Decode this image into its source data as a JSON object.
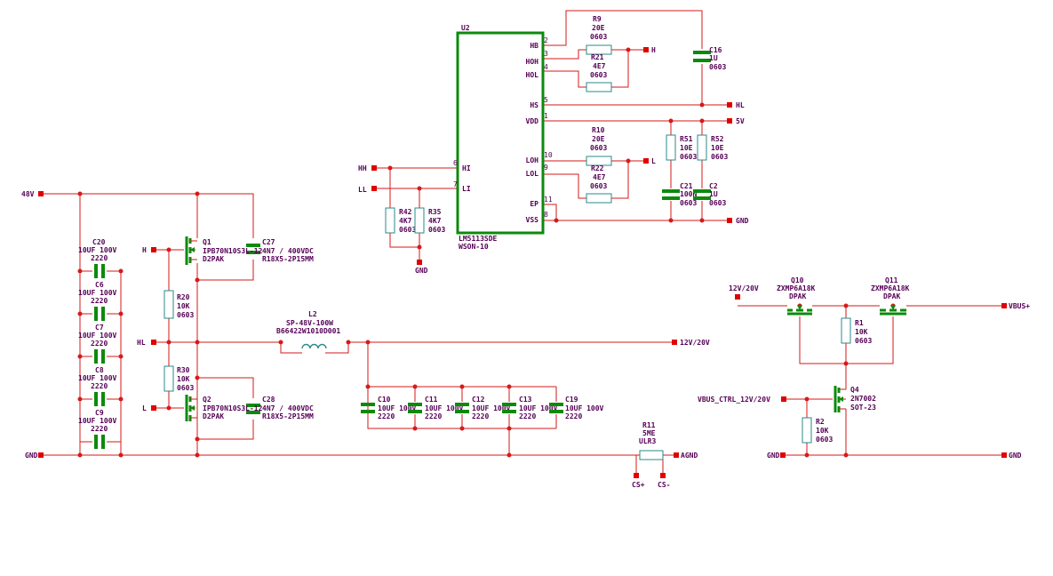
{
  "ic": {
    "ref": "U2",
    "part": "LM5113SDE",
    "package": "WSON-10",
    "pins_right": [
      {
        "num": "2",
        "name": "HB"
      },
      {
        "num": "3",
        "name": "HOH"
      },
      {
        "num": "4",
        "name": "HOL"
      },
      {
        "num": "5",
        "name": "HS"
      },
      {
        "num": "1",
        "name": "VDD"
      },
      {
        "num": "10",
        "name": "LOH"
      },
      {
        "num": "9",
        "name": "LOL"
      },
      {
        "num": "11",
        "name": "EP"
      },
      {
        "num": "8",
        "name": "VSS"
      }
    ],
    "pins_left": [
      {
        "num": "6",
        "name": "HI"
      },
      {
        "num": "7",
        "name": "LI"
      }
    ]
  },
  "resistors": [
    {
      "ref": "R9",
      "value": "20E",
      "pkg": "0603"
    },
    {
      "ref": "R21",
      "value": "4E7",
      "pkg": "0603"
    },
    {
      "ref": "R10",
      "value": "20E",
      "pkg": "0603"
    },
    {
      "ref": "R22",
      "value": "4E7",
      "pkg": "0603"
    },
    {
      "ref": "R51",
      "value": "10E",
      "pkg": "0603"
    },
    {
      "ref": "R52",
      "value": "10E",
      "pkg": "0603"
    },
    {
      "ref": "R42",
      "value": "4K7",
      "pkg": "0603"
    },
    {
      "ref": "R35",
      "value": "4K7",
      "pkg": "0603"
    },
    {
      "ref": "R20",
      "value": "10K",
      "pkg": "0603"
    },
    {
      "ref": "R30",
      "value": "10K",
      "pkg": "0603"
    },
    {
      "ref": "R11",
      "value": "5ME",
      "pkg": "ULR3"
    },
    {
      "ref": "R1",
      "value": "10K",
      "pkg": "0603"
    },
    {
      "ref": "R2",
      "value": "10K",
      "pkg": "0603"
    }
  ],
  "capacitors": [
    {
      "ref": "C16",
      "value": "1U",
      "pkg": "0603"
    },
    {
      "ref": "C21",
      "value": "100N",
      "pkg": "0603"
    },
    {
      "ref": "C2",
      "value": "1U",
      "pkg": "0603"
    },
    {
      "ref": "C20",
      "value": "10UF 100V",
      "pkg": "2220"
    },
    {
      "ref": "C6",
      "value": "10UF 100V",
      "pkg": "2220"
    },
    {
      "ref": "C7",
      "value": "10UF 100V",
      "pkg": "2220"
    },
    {
      "ref": "C8",
      "value": "10UF 100V",
      "pkg": "2220"
    },
    {
      "ref": "C9",
      "value": "10UF 100V",
      "pkg": "2220"
    },
    {
      "ref": "C27",
      "value": "4N7 / 400VDC",
      "pkg": "R18X5-2P15MM"
    },
    {
      "ref": "C28",
      "value": "4N7 / 400VDC",
      "pkg": "R18X5-2P15MM"
    },
    {
      "ref": "C10",
      "value": "10UF 100V",
      "pkg": "2220"
    },
    {
      "ref": "C11",
      "value": "10UF 100V",
      "pkg": "2220"
    },
    {
      "ref": "C12",
      "value": "10UF 100V",
      "pkg": "2220"
    },
    {
      "ref": "C13",
      "value": "10UF 100V",
      "pkg": "2220"
    },
    {
      "ref": "C19",
      "value": "10UF 100V",
      "pkg": "2220"
    }
  ],
  "transistors": [
    {
      "ref": "Q1",
      "part": "IPB70N10S3L-12",
      "pkg": "D2PAK"
    },
    {
      "ref": "Q2",
      "part": "IPB70N10S3L-12",
      "pkg": "D2PAK"
    },
    {
      "ref": "Q10",
      "part": "ZXMP6A18K",
      "pkg": "DPAK"
    },
    {
      "ref": "Q11",
      "part": "ZXMP6A18K",
      "pkg": "DPAK"
    },
    {
      "ref": "Q4",
      "part": "2N7002",
      "pkg": "SOT-23"
    }
  ],
  "inductor": {
    "ref": "L2",
    "part": "SP-48V-100W",
    "pkg": "B66422W1010D001"
  },
  "nets": {
    "H": "H",
    "HL": "HL",
    "V5": "5V",
    "L": "L",
    "GND": "GND",
    "HH": "HH",
    "LL": "LL",
    "V48": "48V",
    "V12_20": "12V/20V",
    "AGND": "AGND",
    "CSP": "CS+",
    "CSN": "CS-",
    "VBUS": "VBUS+",
    "VBUS_CTRL": "VBUS_CTRL_12V/20V"
  }
}
